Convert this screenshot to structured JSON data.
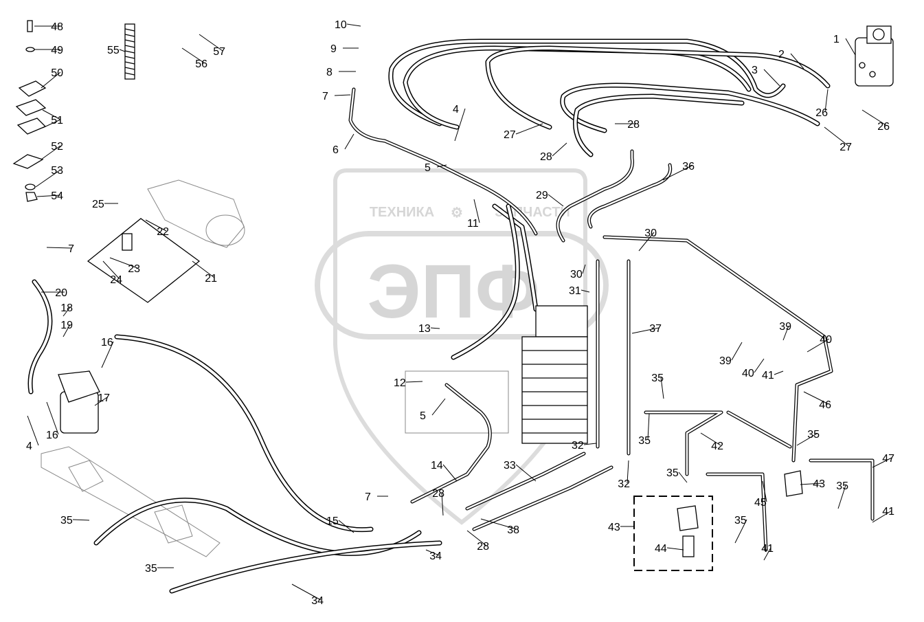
{
  "diagram": {
    "watermark": {
      "top_left": "ТЕХНИКА",
      "top_right": "ЗАПЧАСТИ",
      "logo": "ЭПФ"
    },
    "callouts": [
      "1",
      "2",
      "3",
      "4",
      "5",
      "6",
      "7",
      "8",
      "9",
      "10",
      "11",
      "12",
      "13",
      "14",
      "15",
      "16",
      "17",
      "18",
      "19",
      "20",
      "21",
      "22",
      "23",
      "24",
      "25",
      "26",
      "27",
      "28",
      "29",
      "30",
      "31",
      "32",
      "33",
      "34",
      "35",
      "36",
      "37",
      "38",
      "39",
      "40",
      "41",
      "42",
      "43",
      "44",
      "45",
      "46",
      "47",
      "48",
      "49",
      "50",
      "51",
      "52",
      "53",
      "54",
      "55",
      "56",
      "57"
    ]
  }
}
